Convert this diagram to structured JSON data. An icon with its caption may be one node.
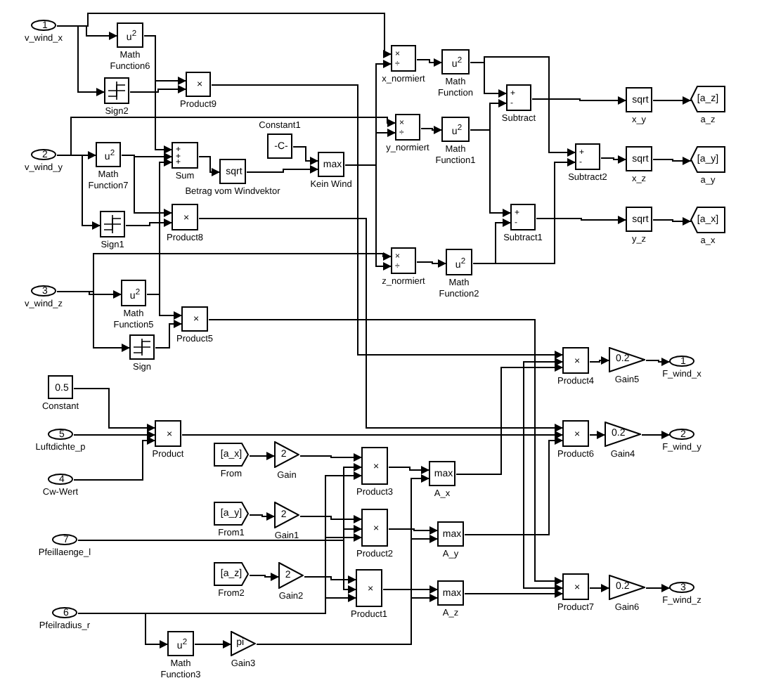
{
  "diagram": {
    "nodes": [
      {
        "text": [
          "1"
        ],
        "beside": [
          "v_wind_x"
        ]
      },
      {
        "text": [
          "u$^{2}$"
        ],
        "beside": [
          "Math Function6"
        ]
      },
      {
        "text": [],
        "beside": [
          "Sign2"
        ],
        "shape": "box"
      },
      {
        "text": [
          "×"
        ],
        "beside": [
          "Product9"
        ]
      },
      {
        "text": [
          "2"
        ],
        "beside": [
          "v_wind_y"
        ]
      },
      {
        "text": [
          "u$^{2}$"
        ],
        "beside": [
          "Math Function7"
        ]
      },
      {
        "text": [
          "+",
          "+",
          "+"
        ],
        "beside": [
          "Sum"
        ]
      },
      {
        "text": [
          "sqrt"
        ],
        "beside": [
          "Betrag vom Windvektor"
        ]
      },
      {
        "text": [],
        "beside": [
          "Sign1"
        ],
        "shape": "box"
      },
      {
        "text": [
          "×"
        ],
        "beside": [
          "Product8"
        ]
      },
      {
        "text": [
          "3"
        ],
        "beside": [
          "v_wind_z"
        ]
      },
      {
        "text": [
          "u$^{2}$"
        ],
        "beside": [
          "Math Function5"
        ]
      },
      {
        "text": [
          "×"
        ],
        "beside": [
          "Product5"
        ]
      },
      {
        "text": [],
        "beside": [
          "Sign"
        ],
        "shape": "box"
      },
      {
        "text": [
          "-C-"
        ],
        "beside": [
          "Constant1"
        ]
      },
      {
        "text": [
          "max"
        ],
        "beside": [
          "Kein Wind"
        ]
      },
      {
        "text": [
          "×",
          "÷"
        ],
        "beside": [
          "x_normiert"
        ]
      },
      {
        "text": [
          "×",
          "÷"
        ],
        "beside": [
          "y_normiert"
        ]
      },
      {
        "text": [
          "×",
          "÷"
        ],
        "beside": [
          "z_normiert"
        ]
      },
      {
        "text": [
          "u$^{2}$"
        ],
        "beside": [
          "Math Function"
        ]
      },
      {
        "text": [
          "u$^{2}$"
        ],
        "beside": [
          "Math Function1"
        ]
      },
      {
        "text": [
          "u$^{2}$"
        ],
        "beside": [
          "Math Function2"
        ]
      },
      {
        "text": [
          "+",
          "-"
        ],
        "beside": [
          "Subtract"
        ]
      },
      {
        "text": [
          "+",
          "-"
        ],
        "beside": [
          "Subtract2"
        ]
      },
      {
        "text": [
          "+",
          "-"
        ],
        "beside": [
          "Subtract1"
        ]
      },
      {
        "text": [
          "sqrt"
        ],
        "beside": [
          "x_y"
        ]
      },
      {
        "text": [
          "sqrt"
        ],
        "beside": [
          "x_z"
        ]
      },
      {
        "text": [
          "sqrt"
        ],
        "beside": [
          "y_z"
        ]
      },
      {
        "text": [
          "[a_z]"
        ],
        "beside": [
          "a_z"
        ]
      },
      {
        "text": [
          "[a_y]"
        ],
        "beside": [
          "a_y"
        ]
      },
      {
        "text": [
          "[a_x]"
        ],
        "beside": [
          "a_x"
        ]
      },
      {
        "text": [
          "0.5"
        ],
        "beside": [
          "Constant"
        ]
      },
      {
        "text": [
          "5"
        ],
        "beside": [
          "Luftdichte_p"
        ]
      },
      {
        "text": [
          "4"
        ],
        "beside": [
          "Cw-Wert"
        ]
      },
      {
        "text": [
          "×"
        ],
        "beside": [
          "Product"
        ]
      },
      {
        "text": [
          "[a_x]"
        ],
        "beside": [
          "From"
        ]
      },
      {
        "text": [
          "[a_y]"
        ],
        "beside": [
          "From1"
        ]
      },
      {
        "text": [
          "[a_z]"
        ],
        "beside": [
          "From2"
        ]
      },
      {
        "text": [
          "7"
        ],
        "beside": [
          "Pfeillaenge_l"
        ]
      },
      {
        "text": [
          "6"
        ],
        "beside": [
          "Pfeilradius_r"
        ]
      },
      {
        "text": [
          "u$^{2}$"
        ],
        "beside": [
          "Math Function3"
        ]
      },
      {
        "text": [
          "pi"
        ],
        "beside": [
          "Gain3"
        ]
      },
      {
        "text": [
          "2"
        ],
        "beside": [
          "Gain"
        ]
      },
      {
        "text": [
          "2"
        ],
        "beside": [
          "Gain1"
        ]
      },
      {
        "text": [
          "2"
        ],
        "beside": [
          "Gain2"
        ]
      },
      {
        "text": [
          "×"
        ],
        "beside": [
          "Product3"
        ]
      },
      {
        "text": [
          "×"
        ],
        "beside": [
          "Product2"
        ]
      },
      {
        "text": [
          "×"
        ],
        "beside": [
          "Product1"
        ]
      },
      {
        "text": [
          "max"
        ],
        "beside": [
          "A_x"
        ]
      },
      {
        "text": [
          "max"
        ],
        "beside": [
          "A_y"
        ]
      },
      {
        "text": [
          "max"
        ],
        "beside": [
          "A_z"
        ]
      },
      {
        "text": [
          "×"
        ],
        "beside": [
          "Product4"
        ]
      },
      {
        "text": [
          "0.2"
        ],
        "beside": [
          "Gain5"
        ]
      },
      {
        "text": [
          "1"
        ],
        "beside": [
          "F_wind_x"
        ]
      },
      {
        "text": [
          "×"
        ],
        "beside": [
          "Product6"
        ]
      },
      {
        "text": [
          "0.2"
        ],
        "beside": [
          "Gain4"
        ]
      },
      {
        "text": [
          "2"
        ],
        "beside": [
          "F_wind_y"
        ]
      },
      {
        "text": [
          "×"
        ],
        "beside": [
          "Product7"
        ]
      },
      {
        "text": [
          "0.2"
        ],
        "beside": [
          "Gain6"
        ]
      },
      {
        "text": [
          "3"
        ],
        "beside": [
          "F_wind_z"
        ]
      }
    ],
    "edges": [
      {
        "from": 0,
        "to": 1,
        "arrow": "to"
      },
      {
        "from": 0,
        "to": 2,
        "arrow": "to"
      },
      {
        "from": 0,
        "to": 16,
        "arrow": "to"
      },
      {
        "from": 1,
        "to": 3,
        "arrow": "to"
      },
      {
        "from": 2,
        "to": 3,
        "arrow": "to"
      },
      {
        "from": 1,
        "to": 6,
        "arrow": "to"
      },
      {
        "from": 4,
        "to": 5,
        "arrow": "to"
      },
      {
        "from": 4,
        "to": 8,
        "arrow": "to"
      },
      {
        "from": 4,
        "to": 17,
        "arrow": "to"
      },
      {
        "from": 5,
        "to": 6,
        "arrow": "to"
      },
      {
        "from": 5,
        "to": 9,
        "arrow": "to"
      },
      {
        "from": 8,
        "to": 9,
        "arrow": "to"
      },
      {
        "from": 10,
        "to": 11,
        "arrow": "to"
      },
      {
        "from": 10,
        "to": 13,
        "arrow": "to"
      },
      {
        "from": 10,
        "to": 18,
        "arrow": "to"
      },
      {
        "from": 11,
        "to": 6,
        "arrow": "to"
      },
      {
        "from": 11,
        "to": 12,
        "arrow": "to"
      },
      {
        "from": 13,
        "to": 12,
        "arrow": "to"
      },
      {
        "from": 6,
        "to": 7,
        "arrow": "to"
      },
      {
        "from": 14,
        "to": 15,
        "arrow": "to"
      },
      {
        "from": 7,
        "to": 15,
        "arrow": "to"
      },
      {
        "from": 15,
        "to": 16,
        "arrow": "to"
      },
      {
        "from": 15,
        "to": 17,
        "arrow": "to"
      },
      {
        "from": 15,
        "to": 18,
        "arrow": "to"
      },
      {
        "from": 16,
        "to": 19,
        "arrow": "to"
      },
      {
        "from": 17,
        "to": 20,
        "arrow": "to"
      },
      {
        "from": 18,
        "to": 21,
        "arrow": "to"
      },
      {
        "from": 19,
        "to": 22,
        "arrow": "to"
      },
      {
        "from": 20,
        "to": 22,
        "arrow": "to"
      },
      {
        "from": 19,
        "to": 23,
        "arrow": "to"
      },
      {
        "from": 21,
        "to": 23,
        "arrow": "to"
      },
      {
        "from": 20,
        "to": 24,
        "arrow": "to"
      },
      {
        "from": 21,
        "to": 24,
        "arrow": "to"
      },
      {
        "from": 22,
        "to": 25,
        "arrow": "to"
      },
      {
        "from": 23,
        "to": 26,
        "arrow": "to"
      },
      {
        "from": 24,
        "to": 27,
        "arrow": "to"
      },
      {
        "from": 25,
        "to": 28,
        "arrow": "to"
      },
      {
        "from": 26,
        "to": 29,
        "arrow": "to"
      },
      {
        "from": 27,
        "to": 30,
        "arrow": "to"
      },
      {
        "from": 31,
        "to": 34,
        "arrow": "to"
      },
      {
        "from": 32,
        "to": 34,
        "arrow": "to"
      },
      {
        "from": 33,
        "to": 34,
        "arrow": "to"
      },
      {
        "from": 35,
        "to": 42,
        "arrow": "to"
      },
      {
        "from": 36,
        "to": 43,
        "arrow": "to"
      },
      {
        "from": 37,
        "to": 44,
        "arrow": "to"
      },
      {
        "from": 42,
        "to": 45,
        "arrow": "to"
      },
      {
        "from": 38,
        "to": 45,
        "arrow": "to"
      },
      {
        "from": 39,
        "to": 45,
        "arrow": "to"
      },
      {
        "from": 43,
        "to": 46,
        "arrow": "to"
      },
      {
        "from": 38,
        "to": 46,
        "arrow": "to"
      },
      {
        "from": 39,
        "to": 46,
        "arrow": "to"
      },
      {
        "from": 44,
        "to": 47,
        "arrow": "to"
      },
      {
        "from": 38,
        "to": 47,
        "arrow": "to"
      },
      {
        "from": 39,
        "to": 47,
        "arrow": "to"
      },
      {
        "from": 39,
        "to": 40,
        "arrow": "to"
      },
      {
        "from": 40,
        "to": 41,
        "arrow": "to"
      },
      {
        "from": 45,
        "to": 48,
        "arrow": "to"
      },
      {
        "from": 41,
        "to": 48,
        "arrow": "to"
      },
      {
        "from": 46,
        "to": 49,
        "arrow": "to"
      },
      {
        "from": 41,
        "to": 49,
        "arrow": "to"
      },
      {
        "from": 47,
        "to": 50,
        "arrow": "to"
      },
      {
        "from": 41,
        "to": 50,
        "arrow": "to"
      },
      {
        "from": 3,
        "to": 51,
        "arrow": "to"
      },
      {
        "from": 34,
        "to": 51,
        "arrow": "to"
      },
      {
        "from": 48,
        "to": 51,
        "arrow": "to"
      },
      {
        "from": 9,
        "to": 54,
        "arrow": "to"
      },
      {
        "from": 34,
        "to": 54,
        "arrow": "to"
      },
      {
        "from": 49,
        "to": 54,
        "arrow": "to"
      },
      {
        "from": 12,
        "to": 57,
        "arrow": "to"
      },
      {
        "from": 34,
        "to": 57,
        "arrow": "to"
      },
      {
        "from": 50,
        "to": 57,
        "arrow": "to"
      },
      {
        "from": 51,
        "to": 52,
        "arrow": "to"
      },
      {
        "from": 52,
        "to": 53,
        "arrow": "to"
      },
      {
        "from": 54,
        "to": 55,
        "arrow": "to"
      },
      {
        "from": 55,
        "to": 56,
        "arrow": "to"
      },
      {
        "from": 57,
        "to": 58,
        "arrow": "to"
      },
      {
        "from": 58,
        "to": 59,
        "arrow": "to"
      }
    ]
  }
}
